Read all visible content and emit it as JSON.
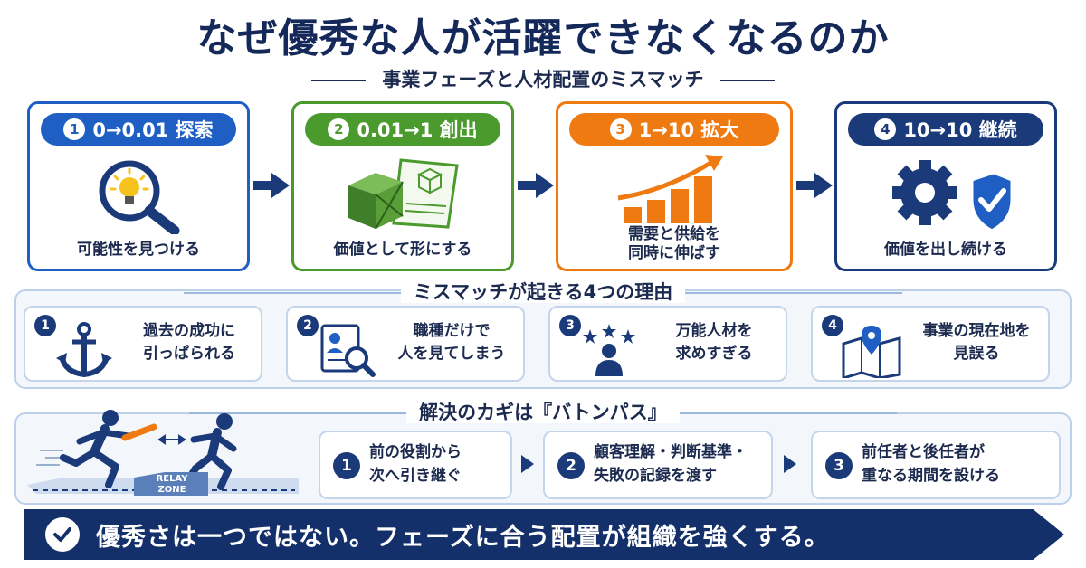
{
  "title": "なぜ優秀な人が活躍できなくなるのか",
  "subtitle": "事業フェーズと人材配置のミスマッチ",
  "colors": {
    "navy": "#1b3a7a",
    "blue": "#1f5fc4",
    "green": "#4a9a2e",
    "orange": "#f07a12",
    "dark": "#1b2a4e"
  },
  "phases": [
    {
      "num": "1",
      "label": "0→0.01 探索",
      "caption": "可能性を見つける",
      "icon": "magnifier-bulb-icon"
    },
    {
      "num": "2",
      "label": "0.01→1 創出",
      "caption": "価値として形にする",
      "icon": "cube-blueprint-icon"
    },
    {
      "num": "3",
      "label": "1→10 拡大",
      "caption": "需要と供給を\n同時に伸ばす",
      "icon": "growth-chart-icon"
    },
    {
      "num": "4",
      "label": "10→10 継続",
      "caption": "価値を出し続ける",
      "icon": "gear-shield-icon"
    }
  ],
  "reasons_title": "ミスマッチが起きる4つの理由",
  "reasons": [
    {
      "num": "1",
      "line1": "過去の成功に",
      "line2": "引っぱられる",
      "icon": "anchor-icon"
    },
    {
      "num": "2",
      "line1": "職種だけで",
      "line2": "人を見てしまう",
      "icon": "resume-search-icon"
    },
    {
      "num": "3",
      "line1": "万能人材を",
      "line2": "求めすぎる",
      "icon": "person-stars-icon"
    },
    {
      "num": "4",
      "line1": "事業の現在地を",
      "line2": "見誤る",
      "icon": "map-pin-icon"
    }
  ],
  "solution_title": "解決のカギは『バトンパス』",
  "relay_zone": {
    "line1": "RELAY",
    "line2": "ZONE"
  },
  "steps": [
    {
      "num": "1",
      "line1": "前の役割から",
      "line2": "次へ引き継ぐ"
    },
    {
      "num": "2",
      "line1": "顧客理解・判断基準・",
      "line2": "失敗の記録を渡す"
    },
    {
      "num": "3",
      "line1": "前任者と後任者が",
      "line2": "重なる期間を設ける"
    }
  ],
  "banner": "優秀さは一つではない。フェーズに合う配置が組織を強くする。"
}
